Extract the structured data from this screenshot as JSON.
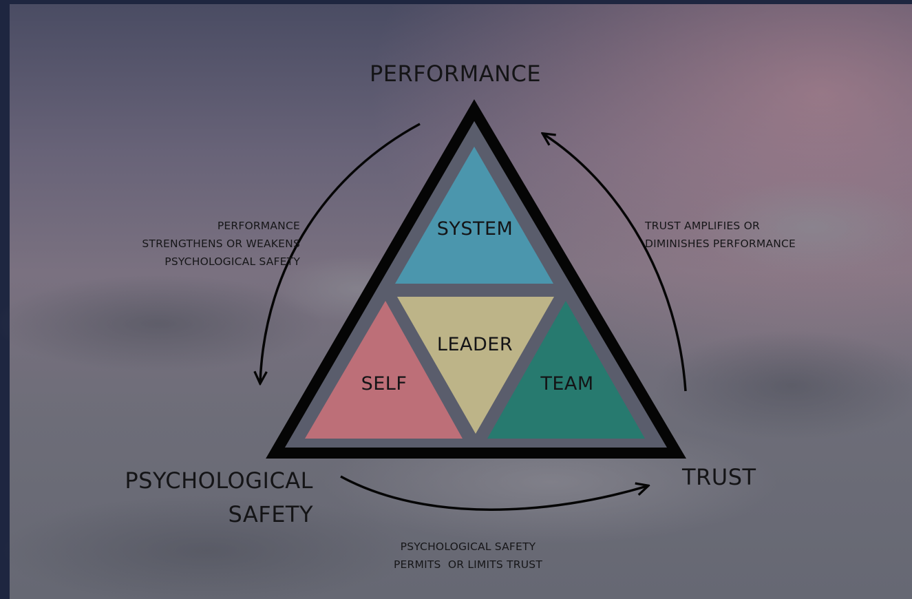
{
  "vertices": {
    "performance": "PERFORMANCE",
    "psychological_safety": [
      "PSYCHOLOGICAL",
      "SAFETY"
    ],
    "trust": "TRUST"
  },
  "inner_triangles": {
    "system": {
      "label": "SYSTEM",
      "color": "#4b96ad"
    },
    "leader": {
      "label": "LEADER",
      "color": "#bdb488"
    },
    "self": {
      "label": "SELF",
      "color": "#bd6f78"
    },
    "team": {
      "label": "TEAM",
      "color": "#277a6f"
    }
  },
  "captions": {
    "left": [
      "PERFORMANCE",
      "STRENGTHENS OR WEAKENS",
      "PSYCHOLOGICAL SAFETY"
    ],
    "right": [
      "TRUST AMPLIFIES OR",
      "DIMINISHES PERFORMANCE"
    ],
    "bottom": [
      "PSYCHOLOGICAL SAFETY",
      "PERMITS  OR LIMITS TRUST"
    ]
  },
  "colors": {
    "outline": "#050505",
    "inner_panel": "#5a5d6c"
  }
}
